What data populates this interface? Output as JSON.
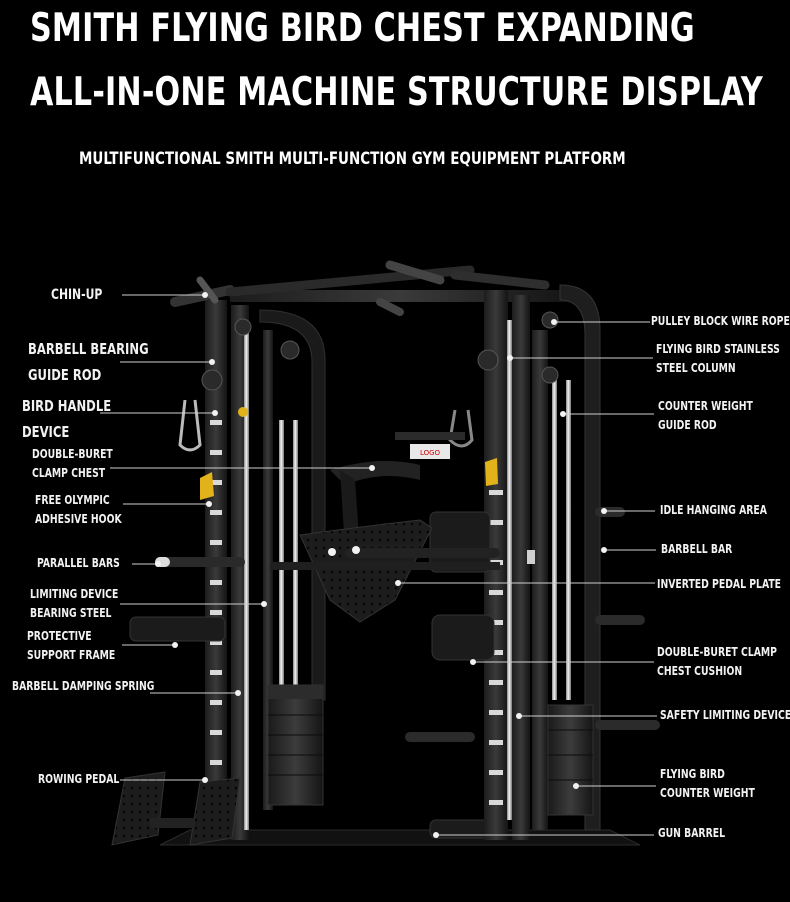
{
  "title_line1": "SMITH FLYING BIRD CHEST EXPANDING",
  "title_line2": "ALL-IN-ONE MACHINE STRUCTURE DISPLAY",
  "subtitle": "MULTIFUNCTIONAL SMITH MULTI-FUNCTION GYM EQUIPMENT PLATFORM",
  "plate_logo": "LOGO",
  "left_labels": [
    {
      "id": "chin-up",
      "lines": [
        "CHIN-UP"
      ]
    },
    {
      "id": "barbell-bearing-guide-rod",
      "lines": [
        "BARBELL BEARING",
        "GUIDE ROD"
      ]
    },
    {
      "id": "bird-handle-device",
      "lines": [
        "BIRD HANDLE",
        "DEVICE"
      ]
    },
    {
      "id": "double-buret-clamp-chest",
      "lines": [
        "DOUBLE-BURET",
        "CLAMP CHEST"
      ]
    },
    {
      "id": "free-olympic-adhesive-hook",
      "lines": [
        "FREE OLYMPIC",
        "ADHESIVE HOOK"
      ]
    },
    {
      "id": "parallel-bars",
      "lines": [
        "PARALLEL BARS"
      ]
    },
    {
      "id": "limiting-device-bearing-steel",
      "lines": [
        "LIMITING DEVICE",
        "BEARING STEEL"
      ]
    },
    {
      "id": "protective-support-frame",
      "lines": [
        "PROTECTIVE",
        "SUPPORT FRAME"
      ]
    },
    {
      "id": "barbell-damping-spring",
      "lines": [
        "BARBELL DAMPING SPRING"
      ]
    },
    {
      "id": "rowing-pedal",
      "lines": [
        "ROWING PEDAL"
      ]
    }
  ],
  "right_labels": [
    {
      "id": "pulley-block-wire-rope",
      "lines": [
        "PULLEY BLOCK WIRE ROPE"
      ]
    },
    {
      "id": "flying-bird-stainless-steel-column",
      "lines": [
        "FLYING BIRD STAINLESS",
        "STEEL COLUMN"
      ]
    },
    {
      "id": "counter-weight-guide-rod",
      "lines": [
        "COUNTER WEIGHT",
        "GUIDE ROD"
      ]
    },
    {
      "id": "idle-hanging-area",
      "lines": [
        "IDLE HANGING AREA"
      ]
    },
    {
      "id": "barbell-bar",
      "lines": [
        "BARBELL BAR"
      ]
    },
    {
      "id": "inverted-pedal-plate",
      "lines": [
        "INVERTED PEDAL PLATE"
      ]
    },
    {
      "id": "double-buret-clamp-chest-cushion",
      "lines": [
        "DOUBLE-BURET CLAMP",
        "CHEST CUSHION"
      ]
    },
    {
      "id": "safety-limiting-device",
      "lines": [
        "SAFETY LIMITING DEVICE"
      ]
    },
    {
      "id": "flying-bird-counter-weight",
      "lines": [
        "FLYING BIRD",
        "COUNTER WEIGHT"
      ]
    },
    {
      "id": "gun-barrel",
      "lines": [
        "GUN BARREL"
      ]
    }
  ]
}
